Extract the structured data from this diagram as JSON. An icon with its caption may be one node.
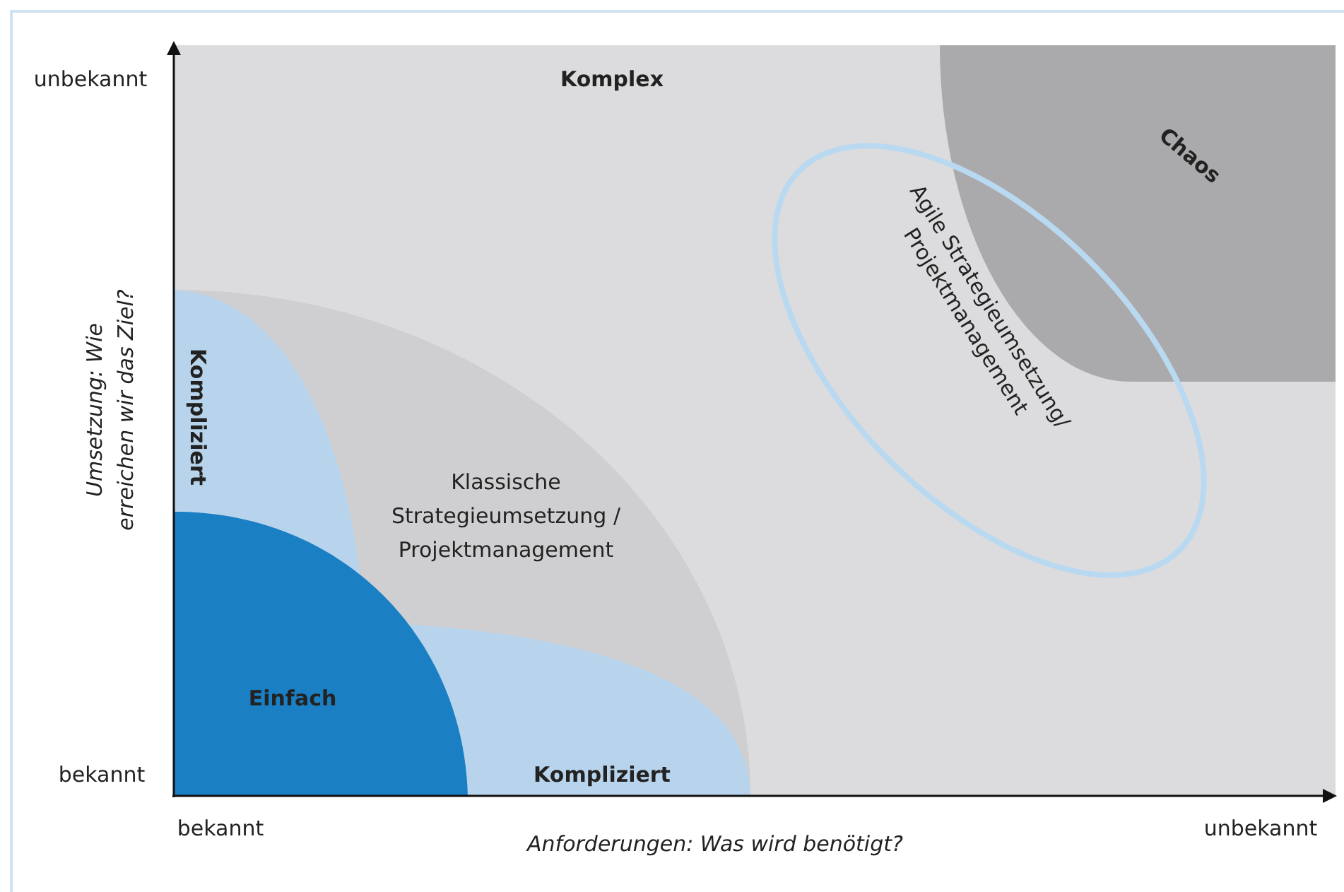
{
  "diagram": {
    "nodes": [
      {
        "text": [
          "Komplex"
        ]
      },
      {
        "text": [
          "Chaos"
        ],
        "in": 0
      },
      {
        "text": [
          "Agile Strategieumsetzung/ Projektmanagement"
        ],
        "in": 0
      },
      {
        "text": [
          "Klassische Strategieumsetzung / Projektmanagement"
        ],
        "in": 0
      },
      {
        "text": [
          "Kompliziert"
        ],
        "in": 3
      },
      {
        "text": [
          "Kompliziert"
        ],
        "in": 3
      },
      {
        "text": [
          "Einfach"
        ],
        "in": 3
      }
    ],
    "edges": [],
    "labels": [
      "unbekannt",
      "Umsetzung: Wie erreichen wir das Ziel?",
      "bekannt",
      "bekannt",
      "Anforderungen: Was wird benötigt?",
      "unbekannt"
    ]
  }
}
